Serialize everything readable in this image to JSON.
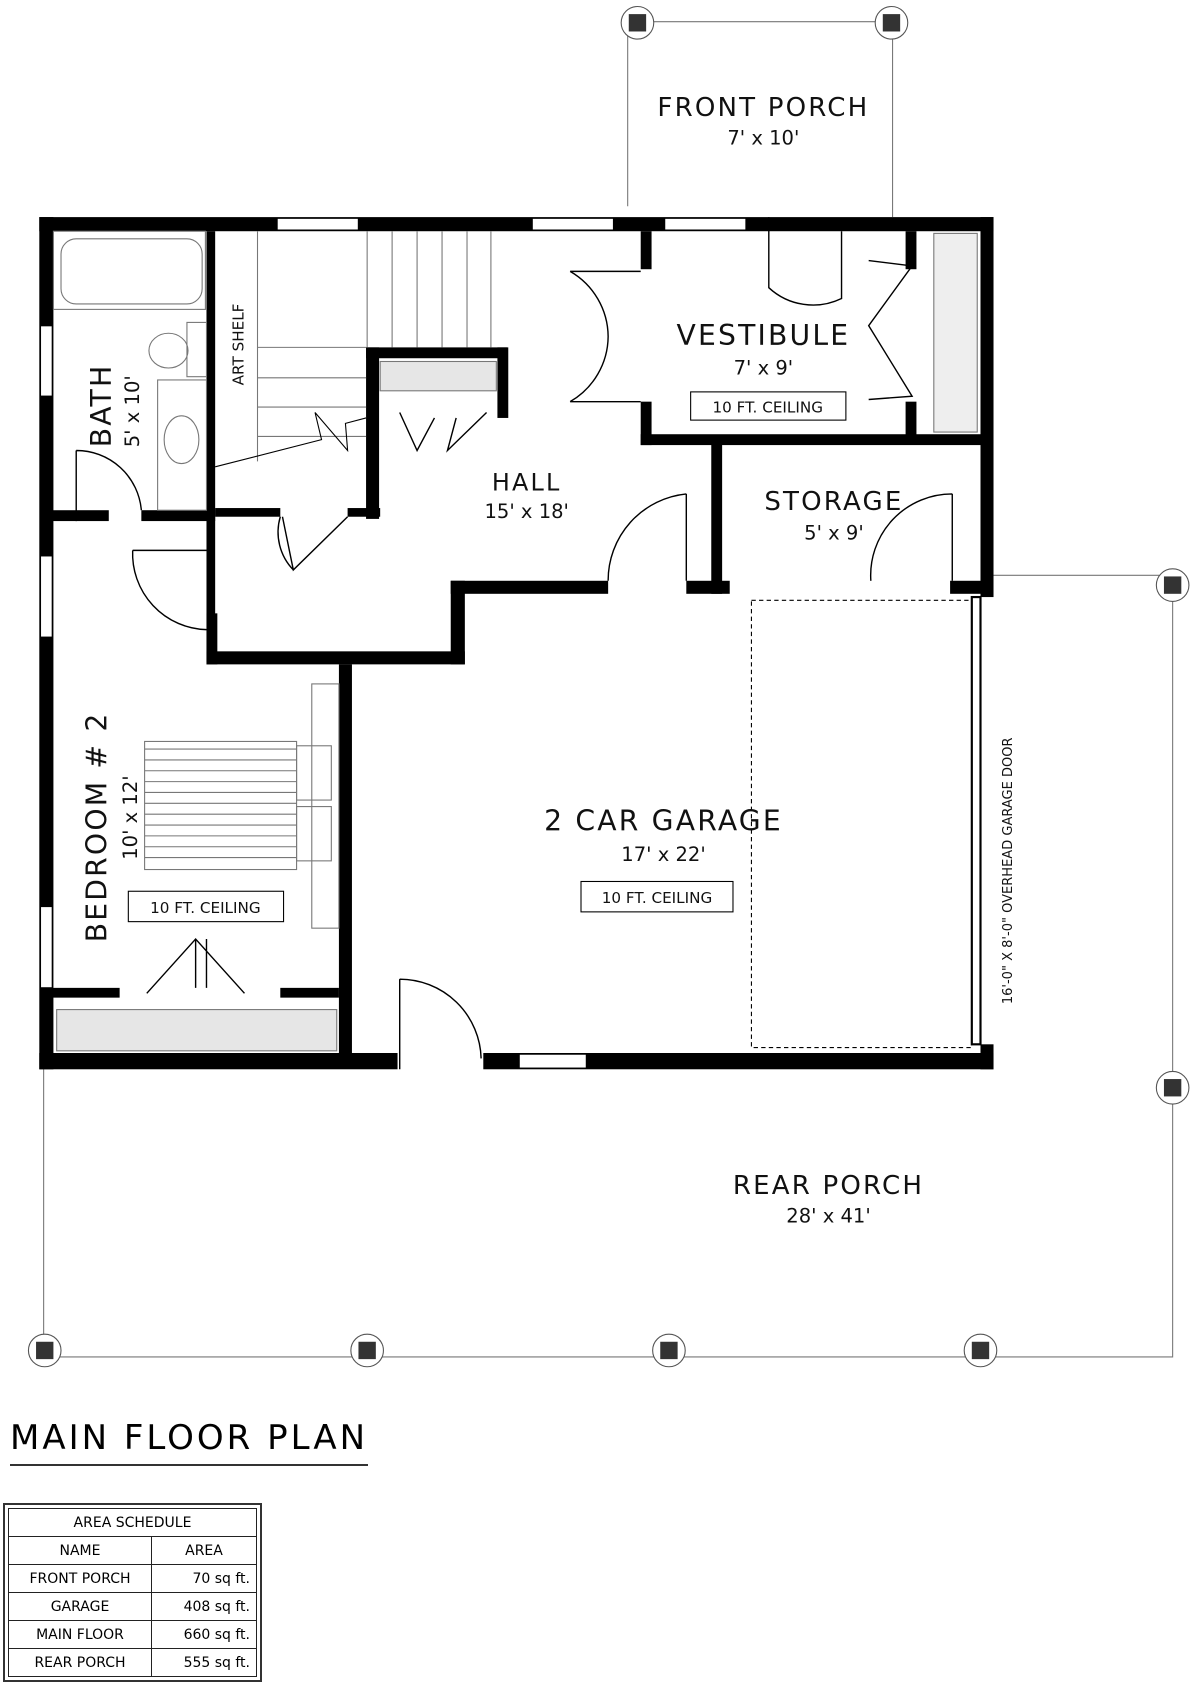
{
  "title": "MAIN FLOOR PLAN",
  "rooms": {
    "front_porch": {
      "name": "FRONT PORCH",
      "size": "7' x 10'"
    },
    "vestibule": {
      "name": "VESTIBULE",
      "size": "7' x 9'",
      "ceiling": "10 FT. CEILING"
    },
    "bath": {
      "name": "BATH",
      "size": "5' x 10'"
    },
    "art_shelf": {
      "name": "ART SHELF"
    },
    "hall": {
      "name": "HALL",
      "size": "15' x 18'"
    },
    "storage": {
      "name": "STORAGE",
      "size": "5' x 9'"
    },
    "bedroom2": {
      "name": "BEDROOM # 2",
      "size": "10' x 12'",
      "ceiling": "10 FT. CEILING"
    },
    "garage": {
      "name": "2 CAR GARAGE",
      "size": "17' x 22'",
      "ceiling": "10 FT. CEILING"
    },
    "garage_door": {
      "label": "16'-0\" X 8'-0\" OVERHEAD GARAGE DOOR"
    },
    "rear_porch": {
      "name": "REAR PORCH",
      "size": "28' x 41'"
    }
  },
  "area_schedule": {
    "title": "AREA SCHEDULE",
    "headers": [
      "NAME",
      "AREA"
    ],
    "rows": [
      {
        "name": "FRONT PORCH",
        "area": "70 sq ft."
      },
      {
        "name": "GARAGE",
        "area": "408 sq ft."
      },
      {
        "name": "MAIN FLOOR",
        "area": "660 sq ft."
      },
      {
        "name": "REAR PORCH",
        "area": "555 sq ft."
      }
    ]
  }
}
